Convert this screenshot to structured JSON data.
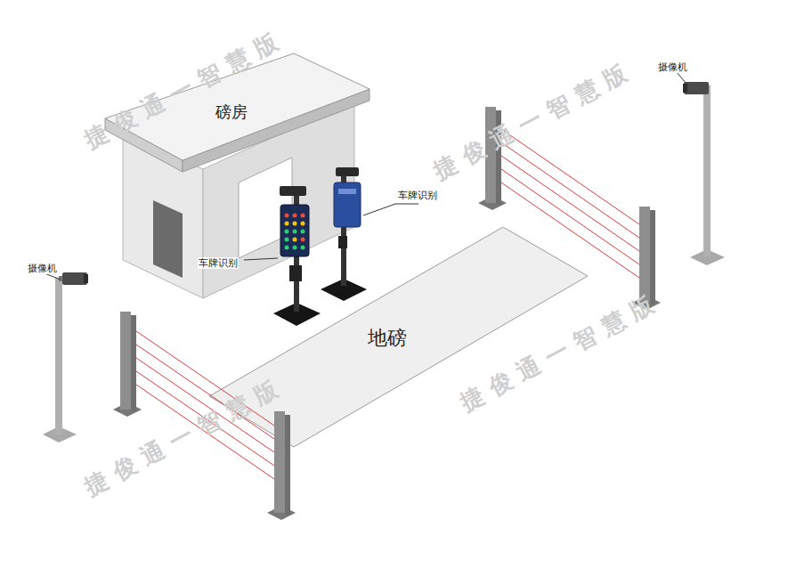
{
  "diagram": {
    "nodes": [
      {
        "text": [
          "磅房"
        ]
      },
      {
        "text": [
          "地磅"
        ]
      }
    ],
    "labels": [
      "摄像机",
      "车牌识别",
      "车牌识别",
      "摄像机",
      "捷俊通一智慧版",
      "捷俊通一智慧版",
      "捷俊通一智慧版",
      "捷俊通一智慧版"
    ]
  }
}
